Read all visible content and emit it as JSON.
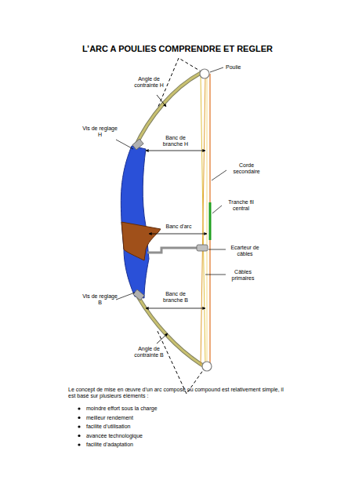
{
  "diagram": {
    "title": "L’ARC A POULIES COMPRENDRE ET REGLER",
    "labels": [
      "Poulie",
      "Angle de contrainte H",
      "Vis de reglage H",
      "Banc de branche H",
      "Corde secondaire",
      "Tranche fil central",
      "Banc d'arc",
      "Ecarteur de câbles",
      "Câbles primaires",
      "Vis de reglage B",
      "Banc de branche B",
      "Angle de contrainte B",
      "Le concept de mise en œuvre d’un arc composé ou compound est relativement simple, il est basé sur plusieurs éléments :",
      "moindre effort sous la charge",
      "meilleur rendement",
      "facilite d’utilisation",
      "avancée technologique",
      "facilite d’adaptation"
    ]
  }
}
